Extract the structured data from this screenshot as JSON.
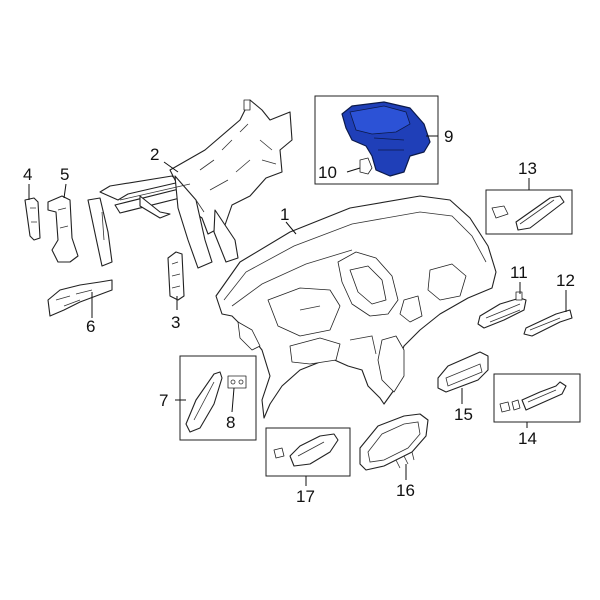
{
  "diagram": {
    "callouts": [
      {
        "id": "1",
        "text": "1"
      },
      {
        "id": "2",
        "text": "2"
      },
      {
        "id": "3",
        "text": "3"
      },
      {
        "id": "4",
        "text": "4"
      },
      {
        "id": "5",
        "text": "5"
      },
      {
        "id": "6",
        "text": "6"
      },
      {
        "id": "7",
        "text": "7"
      },
      {
        "id": "8",
        "text": "8"
      },
      {
        "id": "9",
        "text": "9"
      },
      {
        "id": "10",
        "text": "10"
      },
      {
        "id": "11",
        "text": "11"
      },
      {
        "id": "12",
        "text": "12"
      },
      {
        "id": "13",
        "text": "13"
      },
      {
        "id": "14",
        "text": "14"
      },
      {
        "id": "15",
        "text": "15"
      },
      {
        "id": "16",
        "text": "16"
      },
      {
        "id": "17",
        "text": "17"
      }
    ],
    "highlight_color": "#1f3fb8",
    "line_color": "#111111"
  }
}
